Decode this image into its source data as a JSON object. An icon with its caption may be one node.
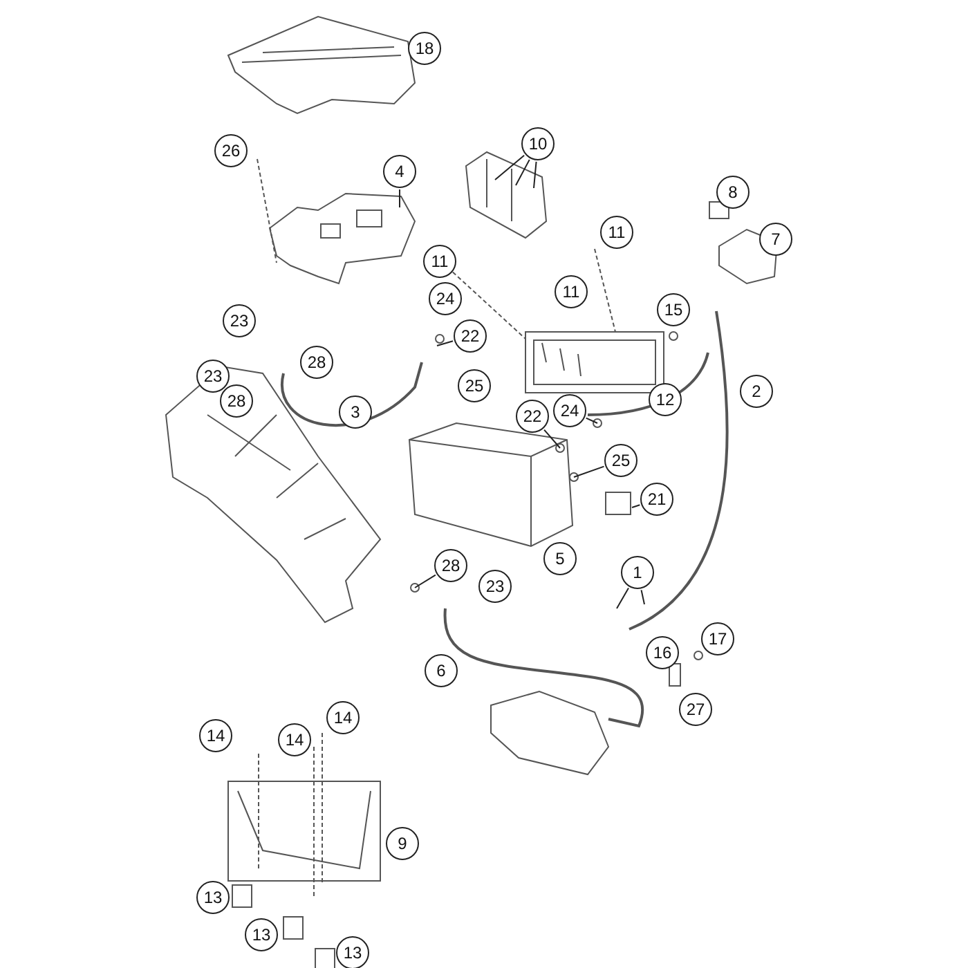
{
  "diagram": {
    "nodes": [
      {
        "text": [
          "18"
        ]
      },
      {
        "text": [
          "10"
        ]
      },
      {
        "text": [
          "26"
        ]
      },
      {
        "text": [
          "4"
        ]
      },
      {
        "text": [
          "8"
        ]
      },
      {
        "text": [
          "11"
        ]
      },
      {
        "text": [
          "7"
        ]
      },
      {
        "text": [
          "11"
        ]
      },
      {
        "text": [
          "11"
        ]
      },
      {
        "text": [
          "24"
        ]
      },
      {
        "text": [
          "15"
        ]
      },
      {
        "text": [
          "23"
        ]
      },
      {
        "text": [
          "22"
        ]
      },
      {
        "text": [
          "28"
        ]
      },
      {
        "text": [
          "23"
        ]
      },
      {
        "text": [
          "25"
        ]
      },
      {
        "text": [
          "2"
        ]
      },
      {
        "text": [
          "12"
        ]
      },
      {
        "text": [
          "28"
        ]
      },
      {
        "text": [
          "24"
        ]
      },
      {
        "text": [
          "3"
        ]
      },
      {
        "text": [
          "22"
        ]
      },
      {
        "text": [
          "25"
        ]
      },
      {
        "text": [
          "21"
        ]
      },
      {
        "text": [
          "5"
        ]
      },
      {
        "text": [
          "28"
        ]
      },
      {
        "text": [
          "1"
        ]
      },
      {
        "text": [
          "23"
        ]
      },
      {
        "text": [
          "16"
        ]
      },
      {
        "text": [
          "17"
        ]
      },
      {
        "text": [
          "6"
        ]
      },
      {
        "text": [
          "27"
        ]
      },
      {
        "text": [
          "14"
        ]
      },
      {
        "text": [
          "14"
        ]
      },
      {
        "text": [
          "14"
        ]
      },
      {
        "text": [
          "9"
        ]
      },
      {
        "text": [
          "13"
        ]
      },
      {
        "text": [
          "13"
        ]
      },
      {
        "text": [
          "13"
        ]
      }
    ],
    "edges": [
      {
        "from": 3,
        "to": null,
        "arrow": "none"
      },
      {
        "from": 1,
        "to": null,
        "arrow": "none"
      },
      {
        "from": 1,
        "to": null,
        "arrow": "none"
      },
      {
        "from": 1,
        "to": null,
        "arrow": "none"
      },
      {
        "from": 12,
        "to": null,
        "arrow": "none"
      },
      {
        "from": 21,
        "to": null,
        "arrow": "none"
      },
      {
        "from": 19,
        "to": null,
        "arrow": "none"
      },
      {
        "from": 22,
        "to": null,
        "arrow": "none"
      },
      {
        "from": 23,
        "to": null,
        "arrow": "none"
      },
      {
        "from": 26,
        "to": null,
        "arrow": "none"
      },
      {
        "from": 26,
        "to": null,
        "arrow": "none"
      },
      {
        "from": 25,
        "to": null,
        "arrow": "none"
      }
    ]
  }
}
